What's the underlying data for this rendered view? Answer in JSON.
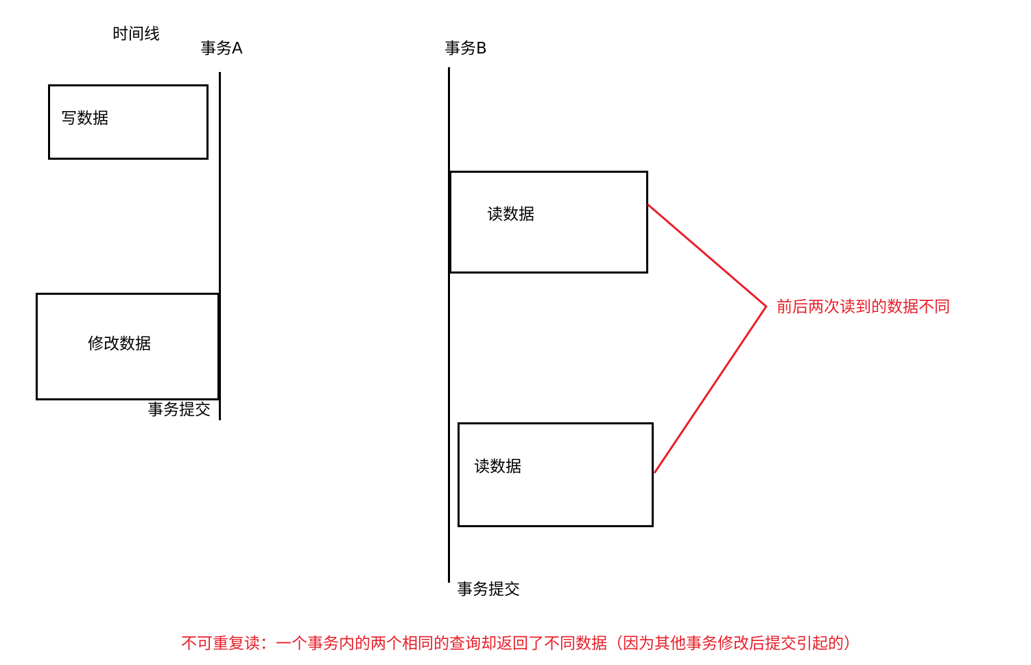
{
  "timeline_label": "时间线",
  "transaction_a": {
    "title": "事务A",
    "write_step": "写数据",
    "modify_step": "修改数据",
    "commit": "事务提交"
  },
  "transaction_b": {
    "title": "事务B",
    "first_read": "读数据",
    "second_read": "读数据",
    "commit": "事务提交"
  },
  "annotation": "前后两次读到的数据不同",
  "caption": "不可重复读：一个事务内的两个相同的查询却返回了不同数据（因为其他事务修改后提交引起的）",
  "colors": {
    "line": "#000000",
    "accent": "#e8202a"
  }
}
